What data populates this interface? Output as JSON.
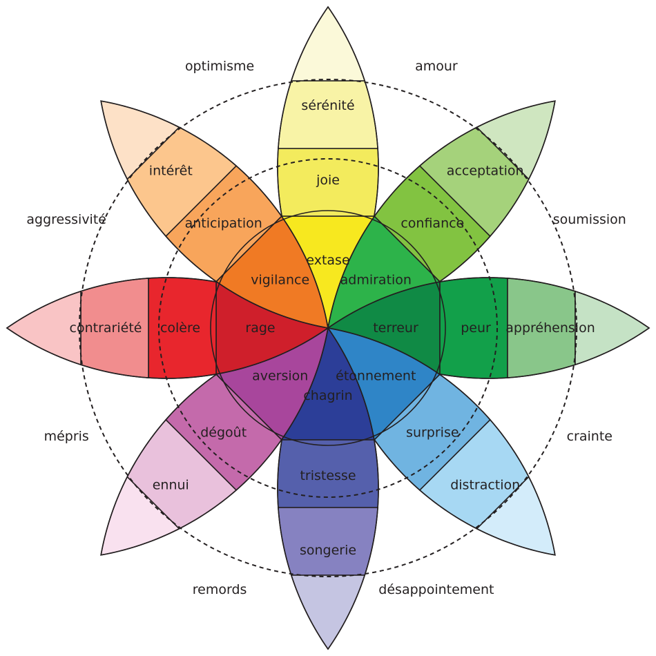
{
  "petals": [
    {
      "id": "joy",
      "tiers": [
        {
          "label": "extase",
          "color": "#f7e81f"
        },
        {
          "label": "joie",
          "color": "#f3eb5d"
        },
        {
          "label": "sérénité",
          "color": "#f8f3a6"
        },
        {
          "label": "",
          "color": "#fbf9d9"
        }
      ]
    },
    {
      "id": "trust",
      "tiers": [
        {
          "label": "admiration",
          "color": "#2db34a"
        },
        {
          "label": "confiance",
          "color": "#82c341"
        },
        {
          "label": "acceptation",
          "color": "#a5d27b"
        },
        {
          "label": "",
          "color": "#cfe6c0"
        }
      ]
    },
    {
      "id": "fear",
      "tiers": [
        {
          "label": "terreur",
          "color": "#108a45"
        },
        {
          "label": "peur",
          "color": "#12a04a"
        },
        {
          "label": "appréhension",
          "color": "#89c68a"
        },
        {
          "label": "",
          "color": "#c5e2c5"
        }
      ]
    },
    {
      "id": "surprise",
      "tiers": [
        {
          "label": "étonnement",
          "color": "#2f85c7"
        },
        {
          "label": "surprise",
          "color": "#70b4e1"
        },
        {
          "label": "distraction",
          "color": "#a7d8f3"
        },
        {
          "label": "",
          "color": "#d3ecfa"
        }
      ]
    },
    {
      "id": "sadness",
      "tiers": [
        {
          "label": "chagrin",
          "color": "#2c3e98"
        },
        {
          "label": "tristesse",
          "color": "#5560ac"
        },
        {
          "label": "songerie",
          "color": "#8682c1"
        },
        {
          "label": "",
          "color": "#c5c5e2"
        }
      ]
    },
    {
      "id": "disgust",
      "tiers": [
        {
          "label": "aversion",
          "color": "#a8469c"
        },
        {
          "label": "dégoût",
          "color": "#c46aab"
        },
        {
          "label": "ennui",
          "color": "#e9c1dc"
        },
        {
          "label": "",
          "color": "#f9e1ef"
        }
      ]
    },
    {
      "id": "anger",
      "tiers": [
        {
          "label": "rage",
          "color": "#cf1f2b"
        },
        {
          "label": "colère",
          "color": "#e8262d"
        },
        {
          "label": "contrariété",
          "color": "#f18d8e"
        },
        {
          "label": "",
          "color": "#f9c4c5"
        }
      ]
    },
    {
      "id": "anticipation",
      "tiers": [
        {
          "label": "vigilance",
          "color": "#f07a24"
        },
        {
          "label": "anticipation",
          "color": "#f8a55b"
        },
        {
          "label": "intérêt",
          "color": "#fcc68d"
        },
        {
          "label": "",
          "color": "#fde1c7"
        }
      ]
    }
  ],
  "dyads": [
    "amour",
    "soumission",
    "crainte",
    "désappointement",
    "remords",
    "mépris",
    "aggressivité",
    "optimisme"
  ]
}
